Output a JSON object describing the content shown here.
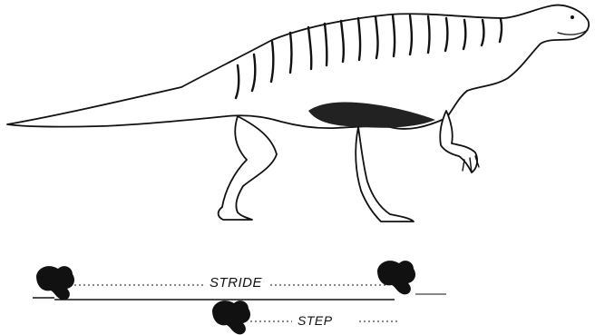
{
  "labels": {
    "stride": "STRIDE",
    "step": "STEP"
  },
  "colors": {
    "ink": "#111111",
    "background": "#ffffff"
  },
  "icons": {
    "dinosaur": "walking-iguanodont-illustration",
    "footprint": "three-toed-footprint-icon"
  }
}
